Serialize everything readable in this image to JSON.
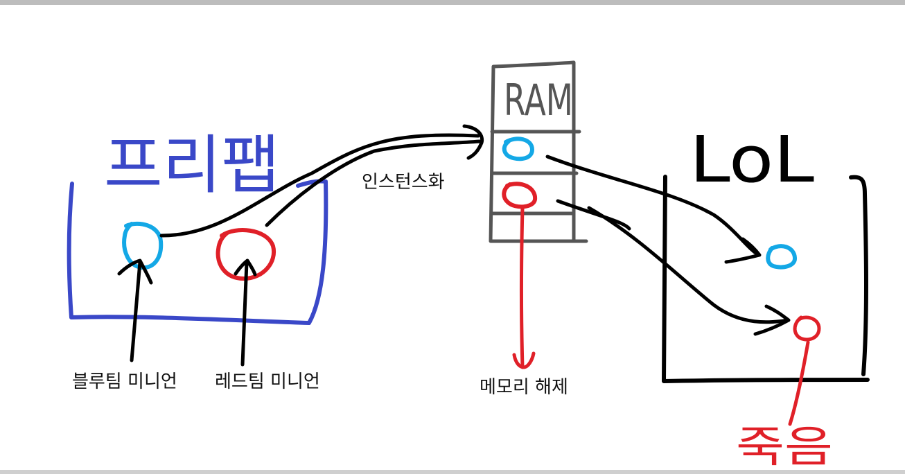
{
  "diagram": {
    "prefab_title": "프리팹",
    "ram_title": "RAM",
    "lol_title": "LoL",
    "labels": {
      "instantiate": "인스턴스화",
      "blue_minion": "블루팀 미니언",
      "red_minion": "레드팀 미니언",
      "memory_free": "메모리 해제",
      "death": "죽음"
    },
    "colors": {
      "prefab": "#3a48c8",
      "blue": "#14a8e6",
      "red": "#e02028",
      "ink": "#000000",
      "ram": "#555555"
    }
  }
}
